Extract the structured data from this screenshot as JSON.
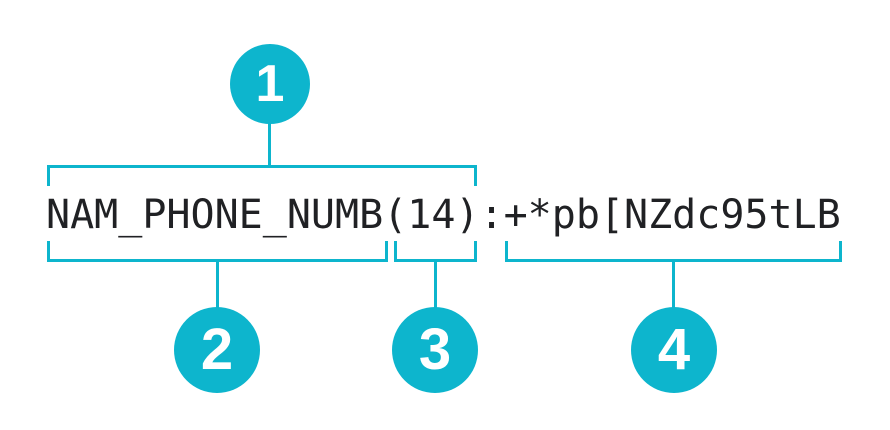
{
  "colors": {
    "accent": "#0db5cd",
    "ink": "#202124",
    "background": "#ffffff"
  },
  "token": {
    "full": "NAM_PHONE_NUMB(14):+*pb[NZdc95tLB",
    "infotype_name": "NAM_PHONE_NUMB",
    "length": "(14)",
    "separator": ":",
    "surrogate": "+*pb[NZdc95tLB"
  },
  "callouts": [
    {
      "number": "1",
      "covers": "NAM_PHONE_NUMB(14)"
    },
    {
      "number": "2",
      "covers": "NAM_PHONE_NUMB"
    },
    {
      "number": "3",
      "covers": "(14)"
    },
    {
      "number": "4",
      "covers": "+*pb[NZdc95tLB"
    }
  ]
}
